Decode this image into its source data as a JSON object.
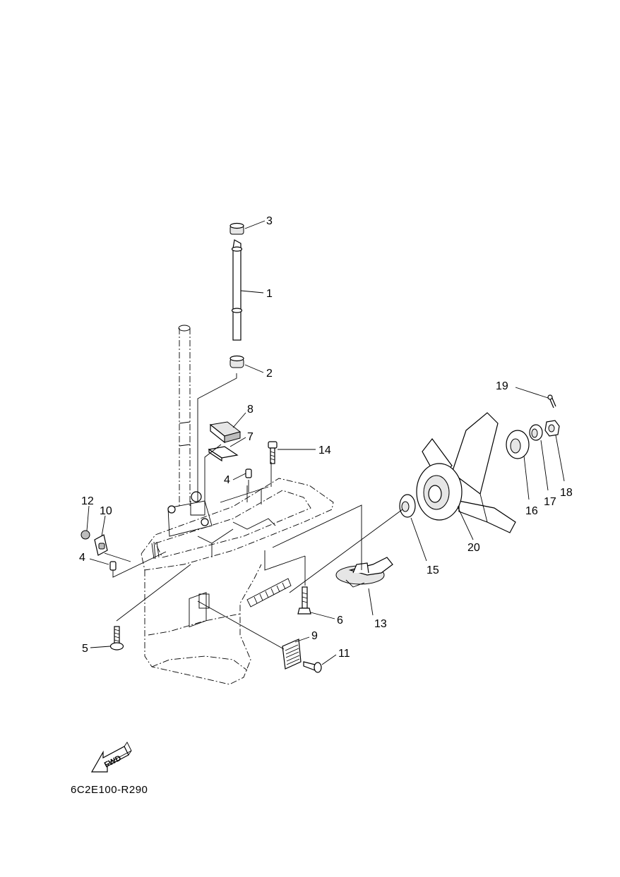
{
  "callouts": [
    "1",
    "2",
    "3",
    "4",
    "4",
    "5",
    "6",
    "7",
    "8",
    "9",
    "10",
    "11",
    "12",
    "13",
    "14",
    "15",
    "16",
    "17",
    "18",
    "19",
    "20"
  ],
  "fwd_label": "FWD",
  "drawing_code": "6C2E100-R290"
}
